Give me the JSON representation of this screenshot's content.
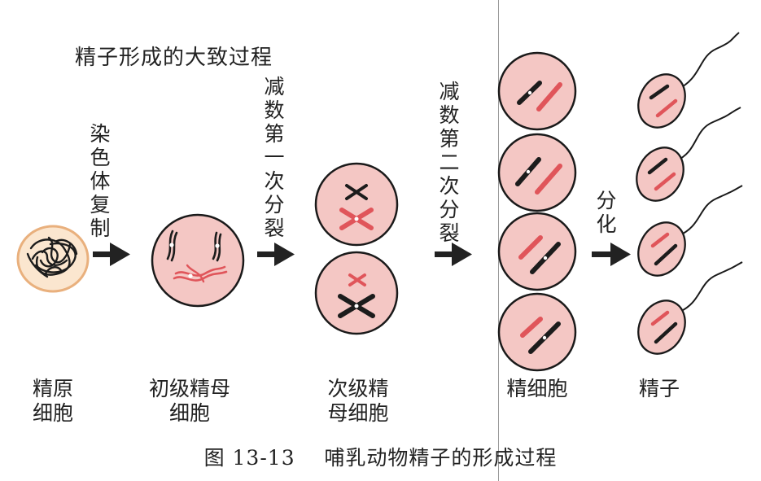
{
  "title": "精子形成的大致过程",
  "process_labels": {
    "replication": "染色体复制",
    "meiosis_1": "减数第一次分裂",
    "meiosis_2": "减数第二次分裂",
    "differentiation": "分化"
  },
  "stage_labels": {
    "spermatogonium": "精原细胞",
    "primary_spermatocyte": "初级精母细胞",
    "secondary_spermatocyte": "次级精母细胞",
    "spermatid": "精细胞",
    "sperm": "精子"
  },
  "caption": {
    "figure_number": "图 13-13",
    "text": "哺乳动物精子的形成过程"
  },
  "colors": {
    "cell_fill": "#f4c7c4",
    "cell_outline": "#1a1a1a",
    "spermatogonium_fill": "#fbe6cf",
    "spermatogonium_outline": "#e9b07d",
    "chromosome_dark": "#1c1c1c",
    "chromosome_red": "#e0555a",
    "arrow": "#222222",
    "divider": "#9a9a9a"
  }
}
